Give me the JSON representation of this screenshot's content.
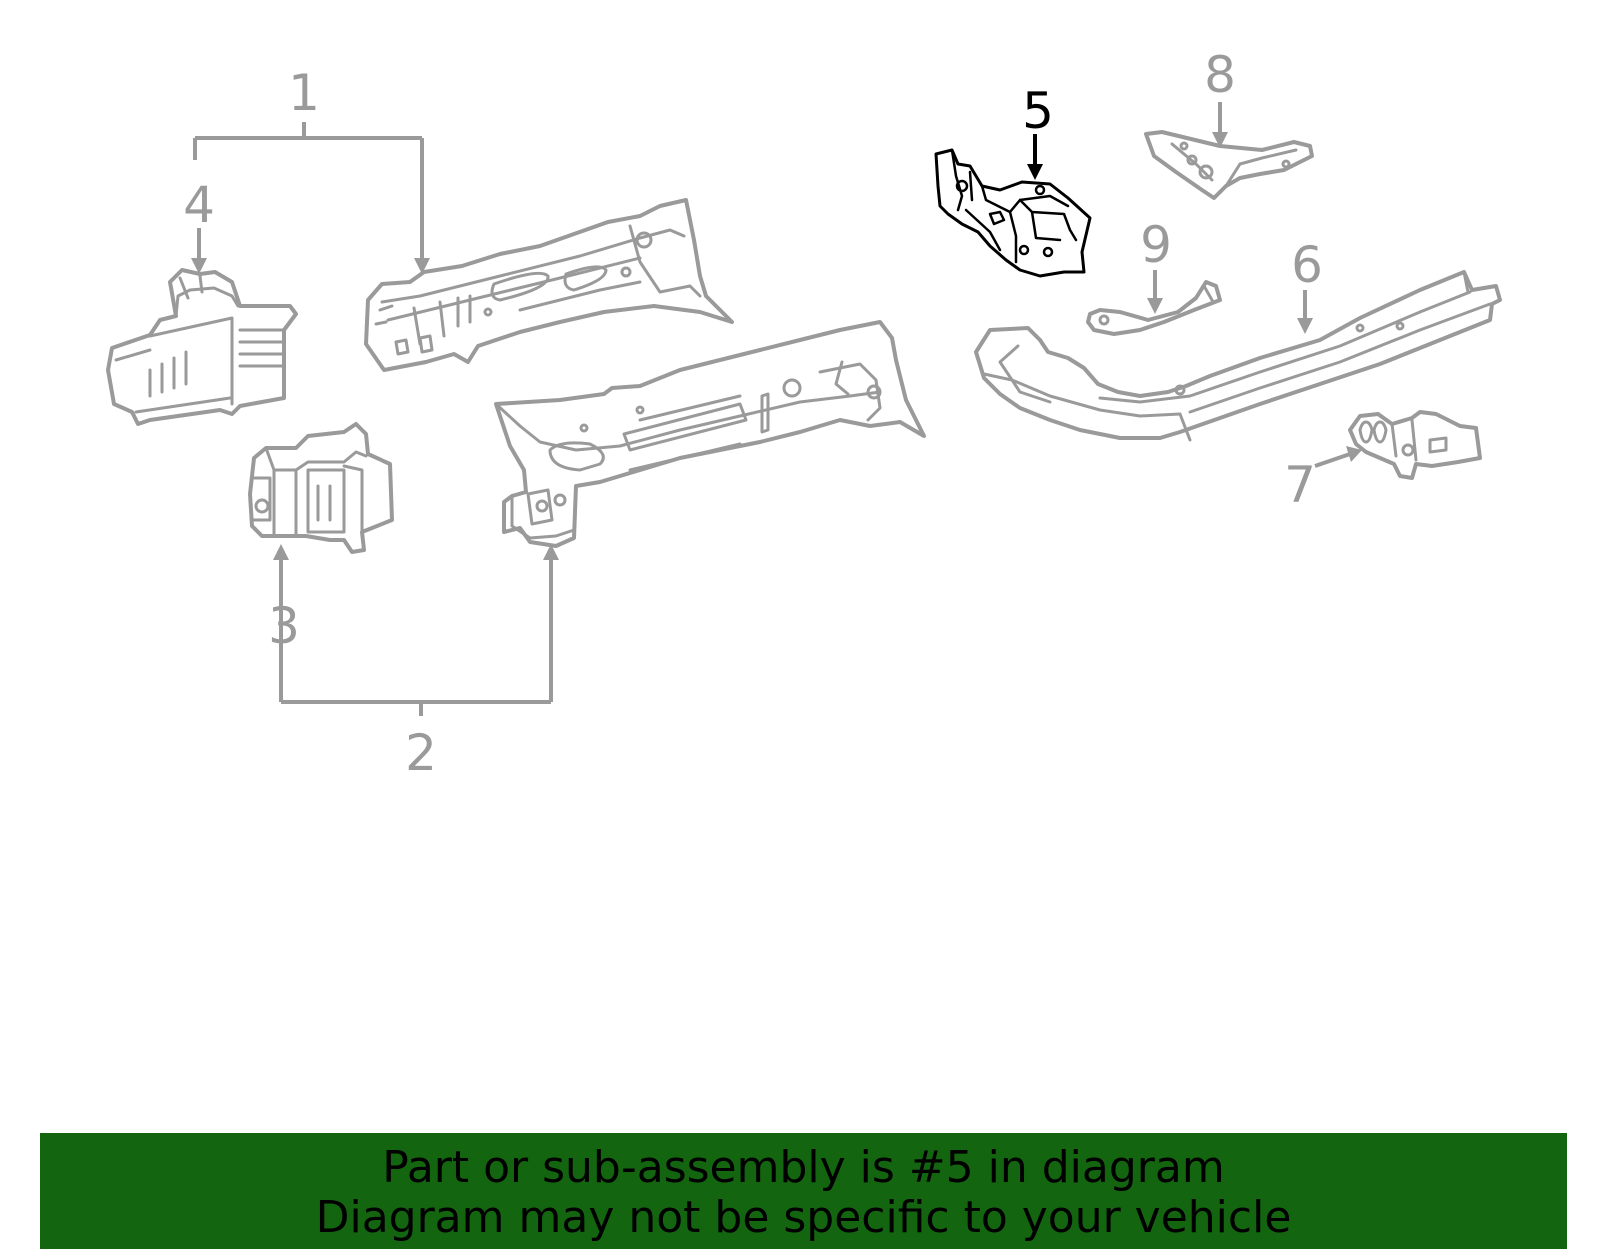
{
  "colors": {
    "highlight": "#1a6b12",
    "banner": "#13650f",
    "line": "#9a9a9a",
    "active": "#000000"
  },
  "callouts": [
    {
      "id": "1",
      "label": "1"
    },
    {
      "id": "2",
      "label": "2"
    },
    {
      "id": "3",
      "label": "3"
    },
    {
      "id": "4",
      "label": "4"
    },
    {
      "id": "5",
      "label": "5",
      "highlighted": true
    },
    {
      "id": "6",
      "label": "6"
    },
    {
      "id": "7",
      "label": "7"
    },
    {
      "id": "8",
      "label": "8"
    },
    {
      "id": "9",
      "label": "9"
    }
  ],
  "banner": {
    "line1": "Part or sub-assembly is #5 in diagram",
    "line2": "Diagram may not be specific to your vehicle"
  }
}
